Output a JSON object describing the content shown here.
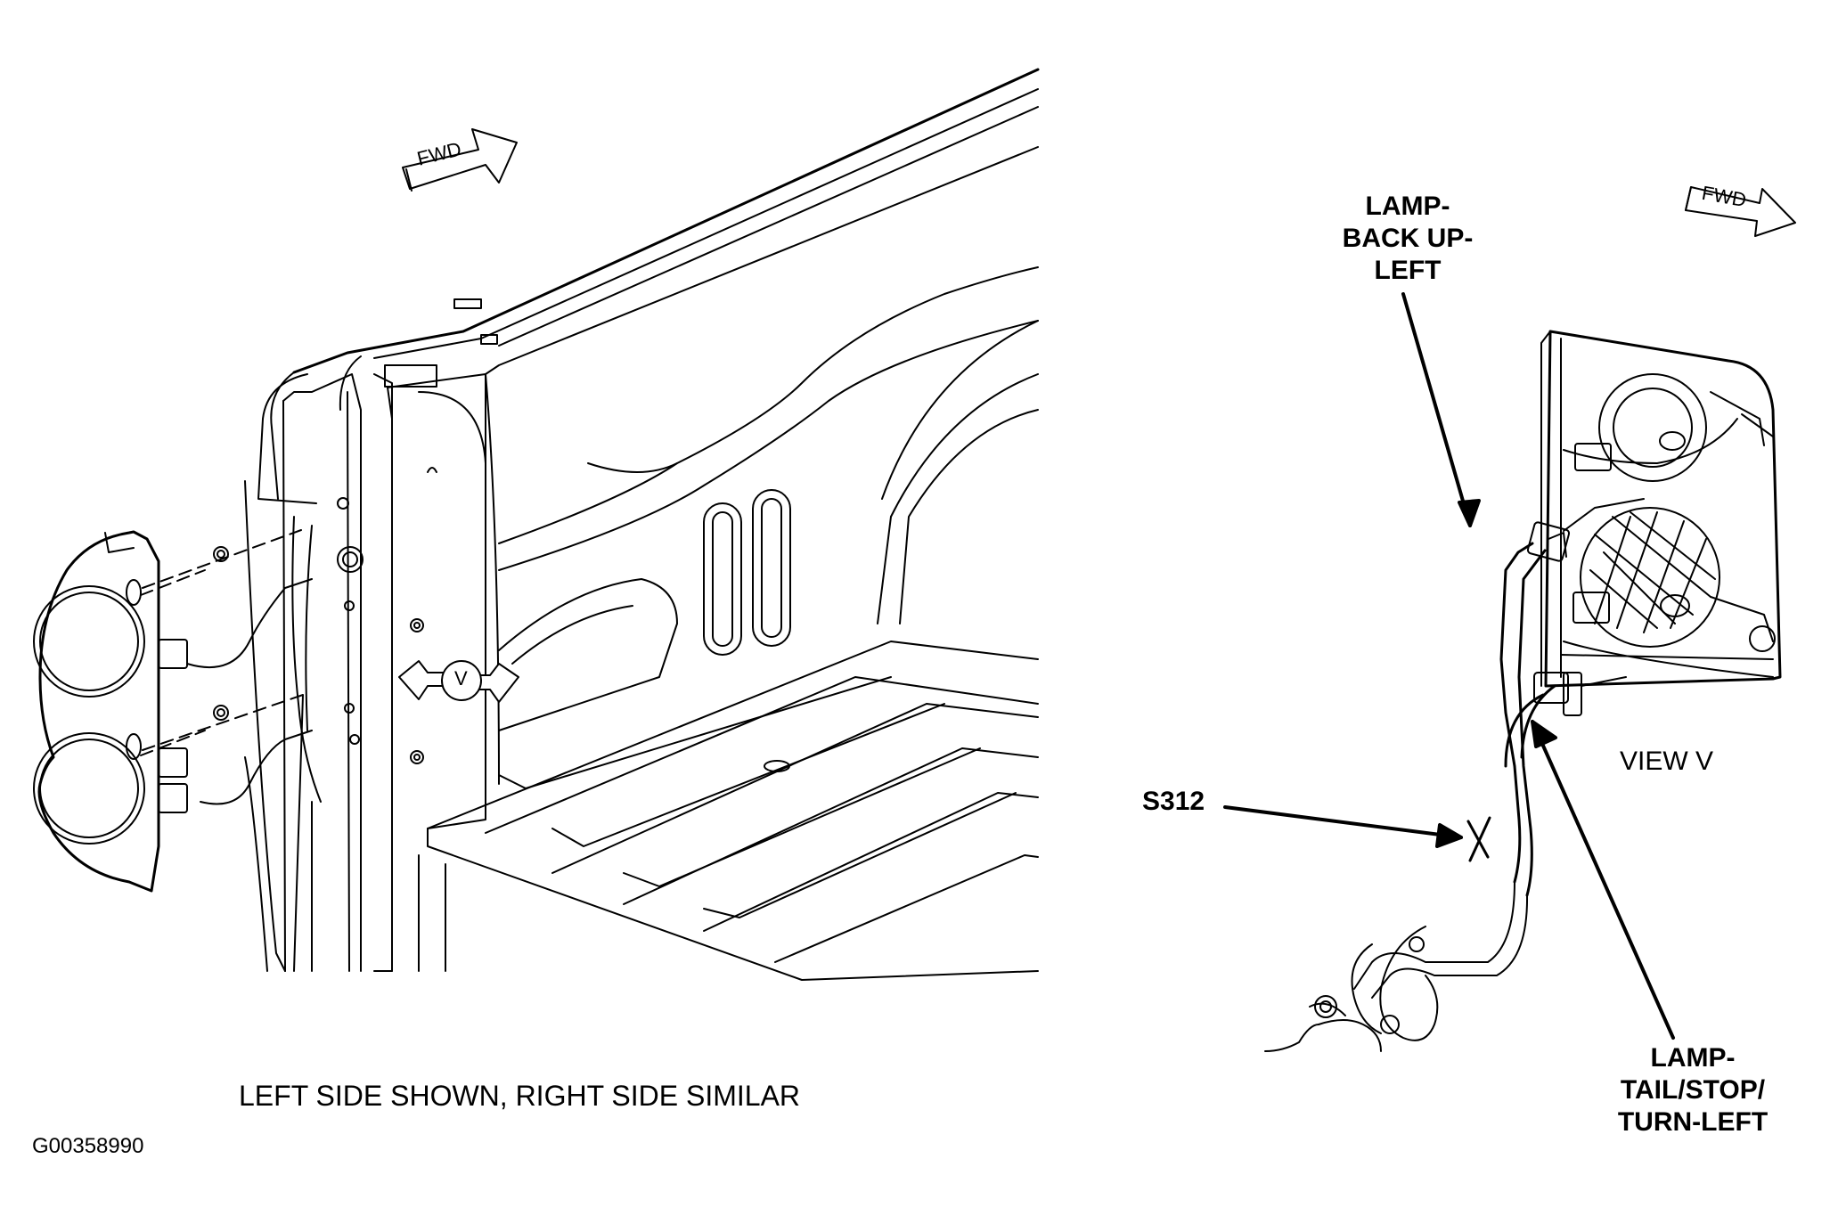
{
  "labels": {
    "fwd_left": "FWD",
    "fwd_right": "FWD",
    "view_callout": "V",
    "backup_lamp": [
      "LAMP-",
      "BACK UP-",
      "LEFT"
    ],
    "tail_lamp": [
      "LAMP-",
      "TAIL/STOP/",
      "TURN-LEFT"
    ],
    "splice": "S312",
    "view_title": "VIEW V",
    "caption": "LEFT SIDE SHOWN, RIGHT SIDE SIMILAR",
    "figure_id": "G00358990"
  },
  "colors": {
    "ink": "#000000",
    "paper": "#ffffff",
    "shade": "#e8e8e8"
  }
}
